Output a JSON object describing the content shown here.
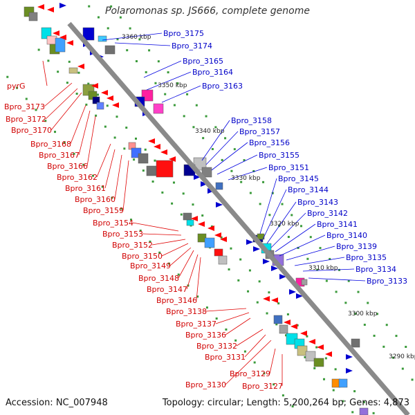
{
  "title": "Polaromonas sp. JS666, complete genome",
  "accession": "Accession: NC_007948",
  "topology": "Topology: circular; Length: 5,200,264 bp; Genes: 4,873",
  "colors": {
    "reverse_label": "#d00000",
    "forward_label": "#0000c8",
    "backbone": "#888888"
  },
  "ticks": [
    "3360 kbp",
    "3350 kbp",
    "3340 kbp",
    "3330 kbp",
    "3320 kbp",
    "3310 kbp",
    "3300 kbp",
    "3290 kbp"
  ],
  "reverse_labels": [
    "pyrG",
    "Bpro_3173",
    "Bpro_3172",
    "Bpro_3170",
    "Bpro_3168",
    "Bpro_3167",
    "Bpro_3166",
    "Bpro_3162",
    "Bpro_3161",
    "Bpro_3160",
    "Bpro_3159",
    "Bpro_3154",
    "Bpro_3153",
    "Bpro_3152",
    "Bpro_3150",
    "Bpro_3149",
    "Bpro_3148",
    "Bpro_3147",
    "Bpro_3146",
    "Bpro_3138",
    "Bpro_3137",
    "Bpro_3136",
    "Bpro_3132",
    "Bpro_3131",
    "Bpro_3129",
    "Bpro_3130",
    "Bpro_3127"
  ],
  "forward_labels": [
    "Bpro_3175",
    "Bpro_3174",
    "Bpro_3165",
    "Bpro_3164",
    "Bpro_3163",
    "Bpro_3158",
    "Bpro_3157",
    "Bpro_3156",
    "Bpro_3155",
    "Bpro_3151",
    "Bpro_3145",
    "Bpro_3144",
    "Bpro_3143",
    "Bpro_3142",
    "Bpro_3141",
    "Bpro_3140",
    "Bpro_3139",
    "Bpro_3135",
    "Bpro_3134",
    "Bpro_3133"
  ]
}
